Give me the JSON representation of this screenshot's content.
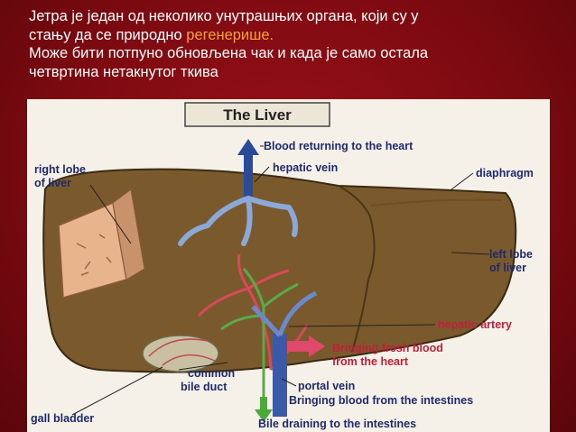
{
  "slide": {
    "line1": "Јетра је један од неколико унутрашњих органа, који су у",
    "line2_prefix": "стању да се природно ",
    "line2_highlight": "регенерише.",
    "line3": "Може бити потпуно обновљена чак и када је само остала",
    "line4": "четвртина нетакнутог ткива"
  },
  "figure": {
    "title": "The Liver",
    "labels": {
      "blood_returning": "Blood returning to the heart",
      "hepatic_vein": "hepatic vein",
      "right_lobe_1": "right lobe",
      "right_lobe_2": "of liver",
      "diaphragm": "diaphragm",
      "left_lobe_1": "left lobe",
      "left_lobe_2": "of liver",
      "hepatic_artery": "hepatic artery",
      "fresh_blood_1": "Bringing fresh blood",
      "fresh_blood_2": "from the heart",
      "common_bile_1": "common",
      "common_bile_2": "bile duct",
      "portal_vein": "portal vein",
      "from_intestines": "Bringing blood from the intestines",
      "gall_bladder": "gall bladder",
      "bile_draining": "Bile draining to the intestines"
    }
  },
  "colors": {
    "background": "#7a0a10",
    "highlight": "#f6a13a",
    "liver": "#7a5a2c",
    "label_blue": "#1f2a6b",
    "label_red": "#c0203a"
  }
}
